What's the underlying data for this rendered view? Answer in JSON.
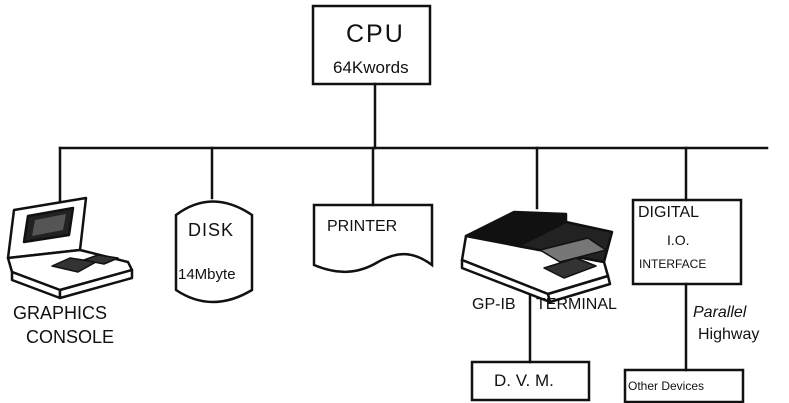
{
  "cpu": {
    "title": "CPU",
    "memory": "64Kwords"
  },
  "graphics_console": {
    "line1": "GRAPHICS",
    "line2": "CONSOLE"
  },
  "disk": {
    "title": "DISK",
    "capacity": "14Mbyte"
  },
  "printer": {
    "title": "PRINTER"
  },
  "terminal": {
    "gpib": "GP-IB",
    "title": "TERMINAL"
  },
  "dvm": {
    "title": "D. V. M."
  },
  "digital_io": {
    "line1": "DIGITAL",
    "line2": "I.O.",
    "line3": "INTERFACE"
  },
  "parallel_highway": {
    "line1": "Parallel",
    "line2": "Highway"
  },
  "other_devices": {
    "title": "Other Devices"
  }
}
